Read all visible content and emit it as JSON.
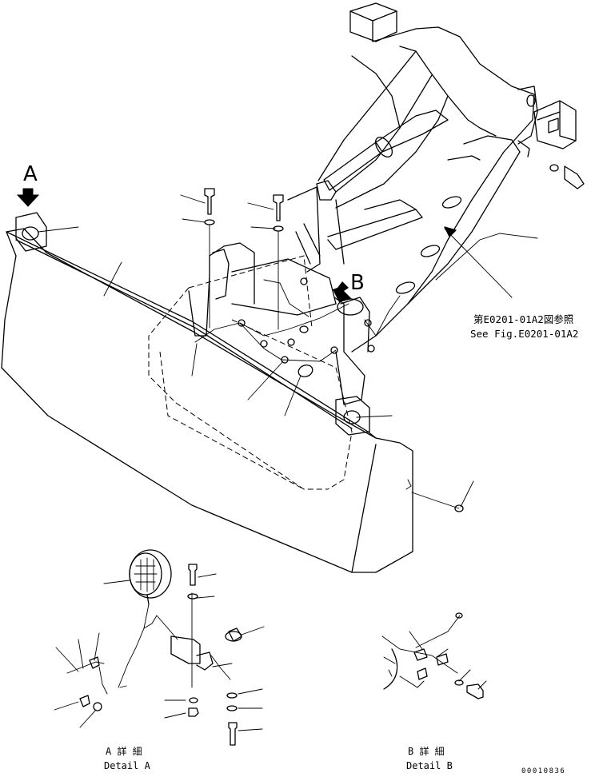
{
  "callouts": {
    "detail_a_marker": "A",
    "detail_b_marker": "B"
  },
  "reference": {
    "jp": "第E0201-01A2図参照",
    "en": "See Fig.E0201-01A2"
  },
  "captions": {
    "detail_a_jp": "A 詳 細",
    "detail_a_en": "Detail A",
    "detail_b_jp": "B 詳 細",
    "detail_b_en": "Detail B"
  },
  "drawing_number": "00010836"
}
